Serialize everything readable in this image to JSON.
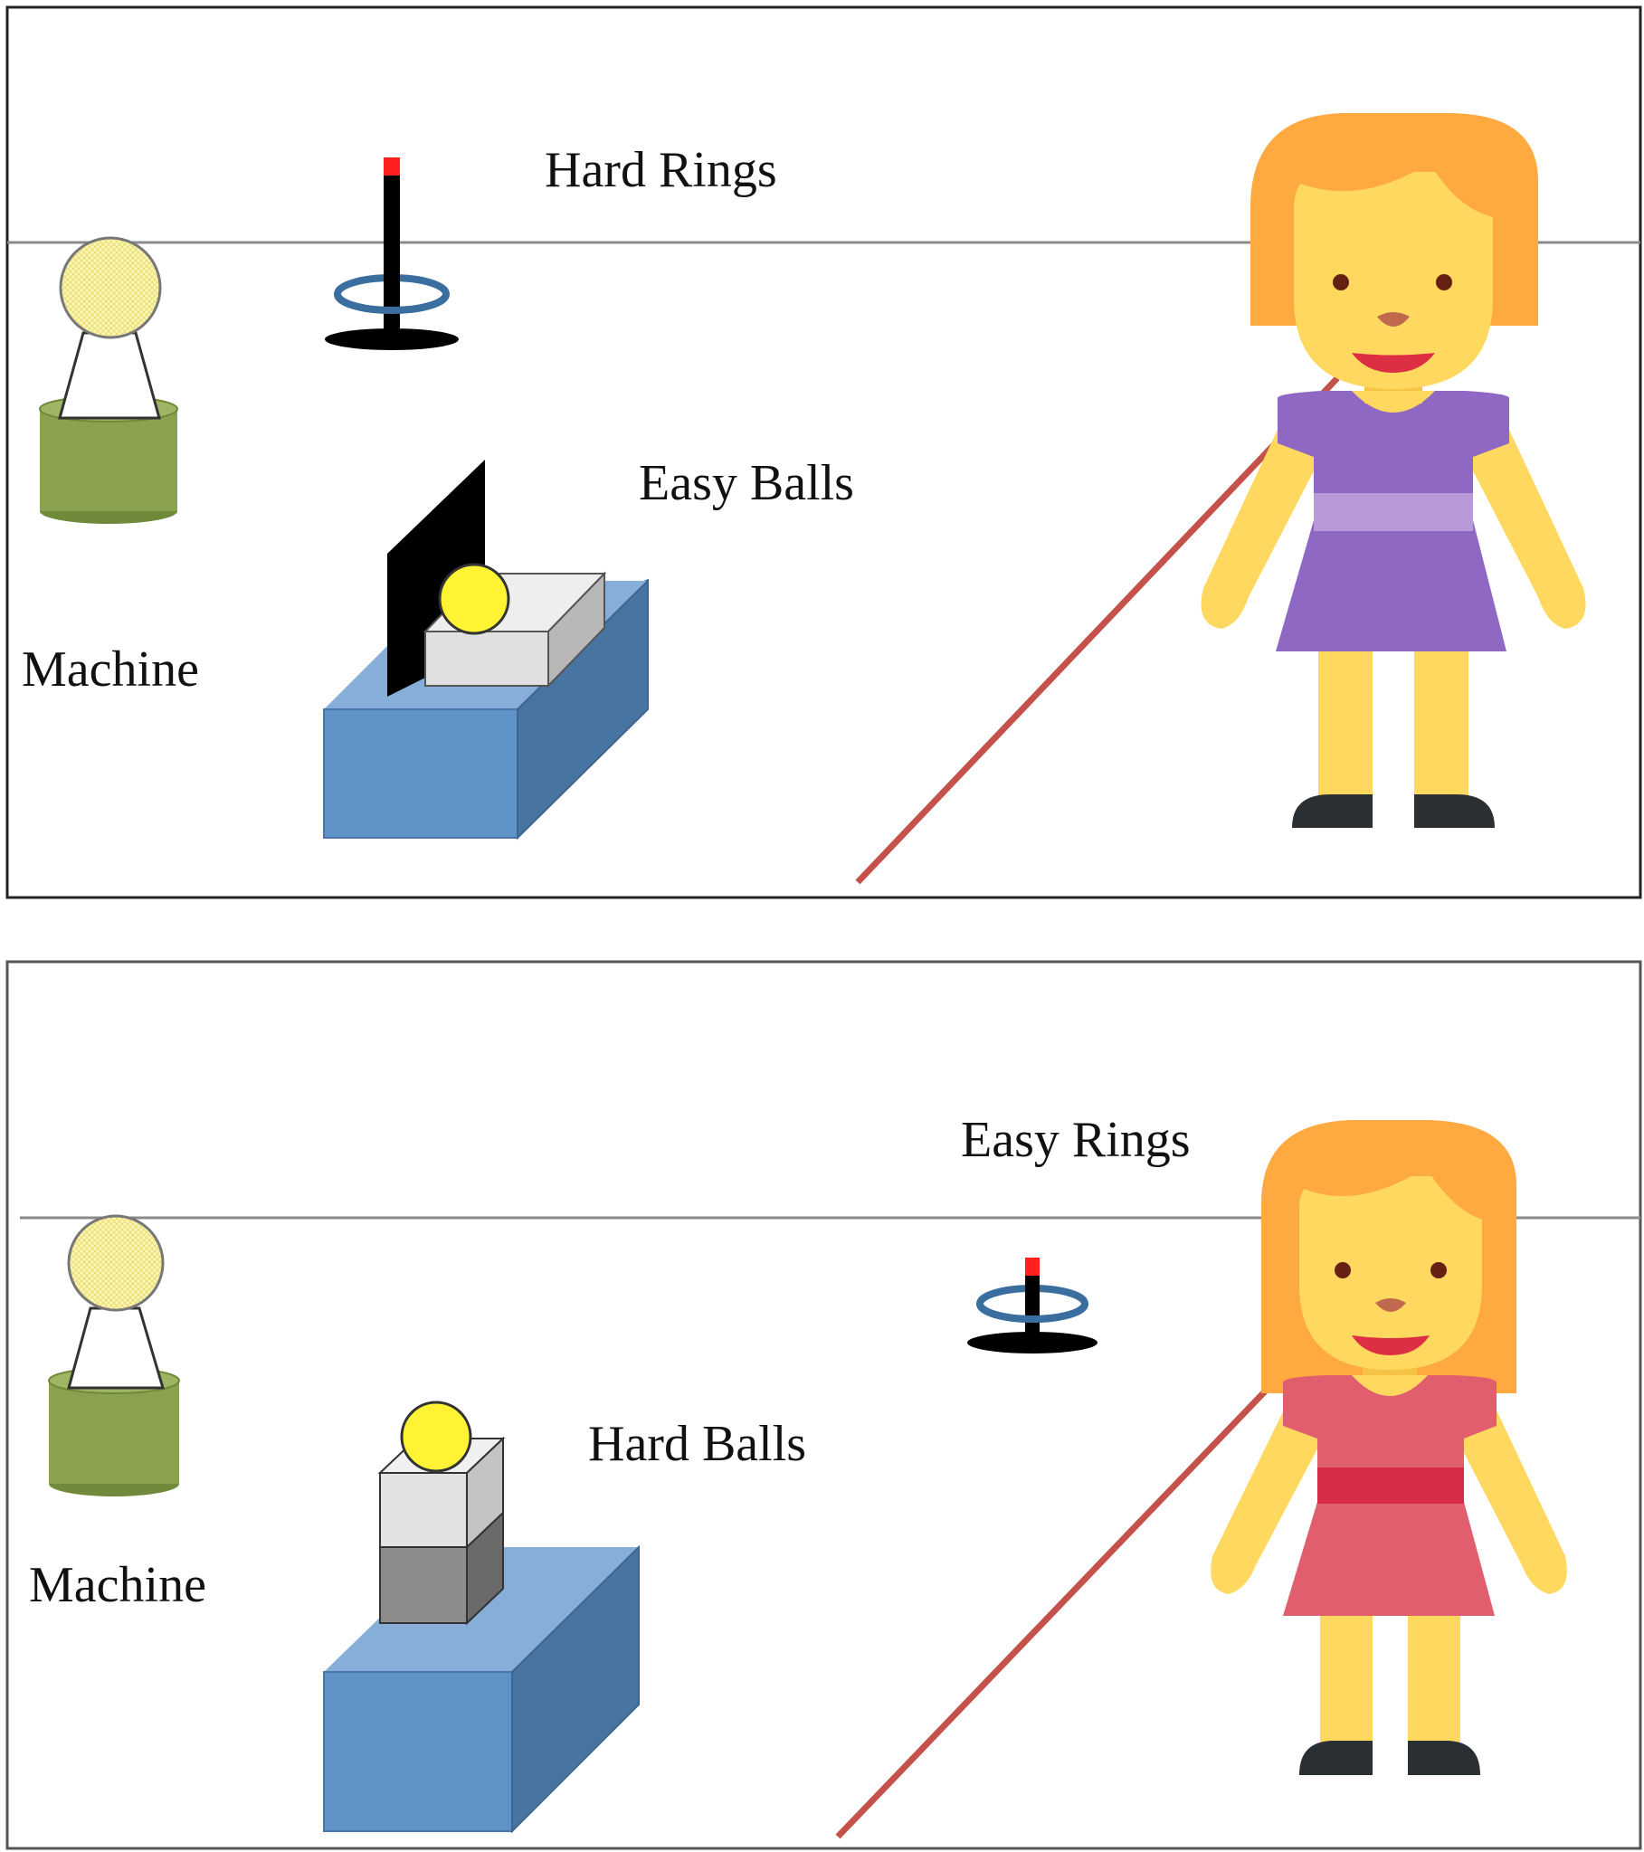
{
  "panels": [
    {
      "ring_label": "Hard Rings",
      "ball_label": "Easy Balls",
      "machine_label": "Machine",
      "dress_color": "#8f68c4",
      "sash_color": "#b89ad8"
    },
    {
      "ring_label": "Easy Rings",
      "ball_label": "Hard Balls",
      "machine_label": "Machine",
      "dress_color": "#e15e6e",
      "sash_color": "#d62c48"
    }
  ],
  "colors": {
    "skin": "#ffd95f",
    "hair": "#ffa941",
    "pointer": "#c5524a",
    "box_front": "#5f93c8",
    "box_top": "#86aed9",
    "box_side": "#4874a2",
    "machine_base": "#8aa14d",
    "ball": "#fff333"
  },
  "icons": [
    "machine-icon",
    "ring-toss-icon",
    "ball-box-icon",
    "girl-figure-icon",
    "pointer-stick-icon"
  ]
}
